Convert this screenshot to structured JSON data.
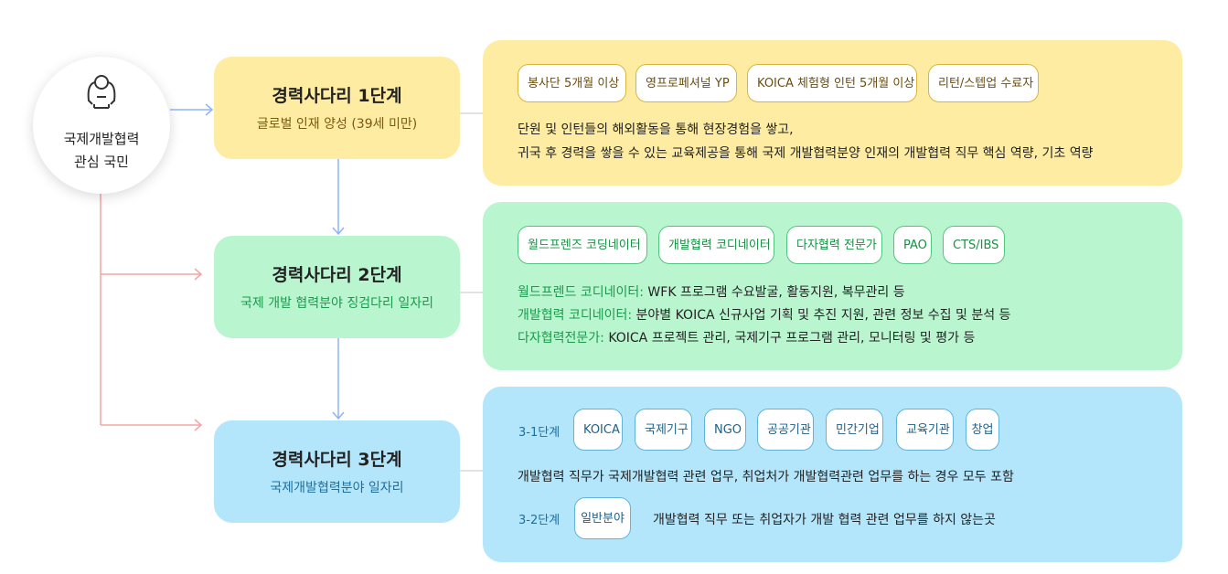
{
  "origin": {
    "line1": "국제개발협력",
    "line2": "관심 국민",
    "icon": "person-icon"
  },
  "steps": [
    {
      "title": "경력사다리 1단계",
      "subtitle": "글로벌 인재 양성 (39세 미만)"
    },
    {
      "title": "경력사다리 2단계",
      "subtitle": "국제 개발 협력분야 징검다리 일자리"
    },
    {
      "title": "경력사다리 3단계",
      "subtitle": "국제개발협력분야 일자리"
    }
  ],
  "panel1": {
    "tags": [
      "봉사단 5개월 이상",
      "영프로페셔널 YP",
      "KOICA 체험형 인턴 5개월 이상",
      "리턴/스텝업 수료자"
    ],
    "lines": [
      "단원 및 인턴들의 해외활동을 통해 현장경험을 쌓고,",
      "귀국 후 경력을 쌓을 수 있는 교육제공을 통해 국제 개발협력분양 인재의 개발협력 직무 핵심 역량, 기초 역량"
    ]
  },
  "panel2": {
    "tags": [
      "월드프렌즈 코딩네이터",
      "개발협력 코디네이터",
      "다자협력 전문가",
      "PAO",
      "CTS/IBS"
    ],
    "lines": [
      {
        "label": "월드프렌드 코디네이터:",
        "text": " WFK 프로그램 수요발굴, 활동지원, 복무관리 등"
      },
      {
        "label": "개발협력 코디네이터:",
        "text": " 분야별 KOICA 신규사업 기획 및 추진 지원, 관련 정보 수집 및 분석 등"
      },
      {
        "label": "다자협력전문가:",
        "text": " KOICA 프로젝트 관리, 국제기구 프로그램 관리, 모니터링 및 평가 등"
      }
    ]
  },
  "panel3": {
    "sub1": {
      "label": "3-1단계",
      "tags": [
        "KOICA",
        "국제기구",
        "NGO",
        "공공기관",
        "민간기업",
        "교육기관",
        "창업"
      ],
      "text": "개발협력 직무가 국제개발협력 관련 업무, 취업처가 개발협력관련 업무를 하는 경우 모두 포함"
    },
    "sub2": {
      "label": "3-2단계",
      "tags": [
        "일반분야"
      ],
      "text": "개발협력 직무 또는 취업자가 개발 협력 관련 업무를 하지 않는곳"
    }
  },
  "colors": {
    "yellow": "#feeca2",
    "green": "#b9f6d0",
    "blue": "#b4e6fb",
    "arrowBlue": "#8fb3f7",
    "pink": "#f7a3a3"
  }
}
